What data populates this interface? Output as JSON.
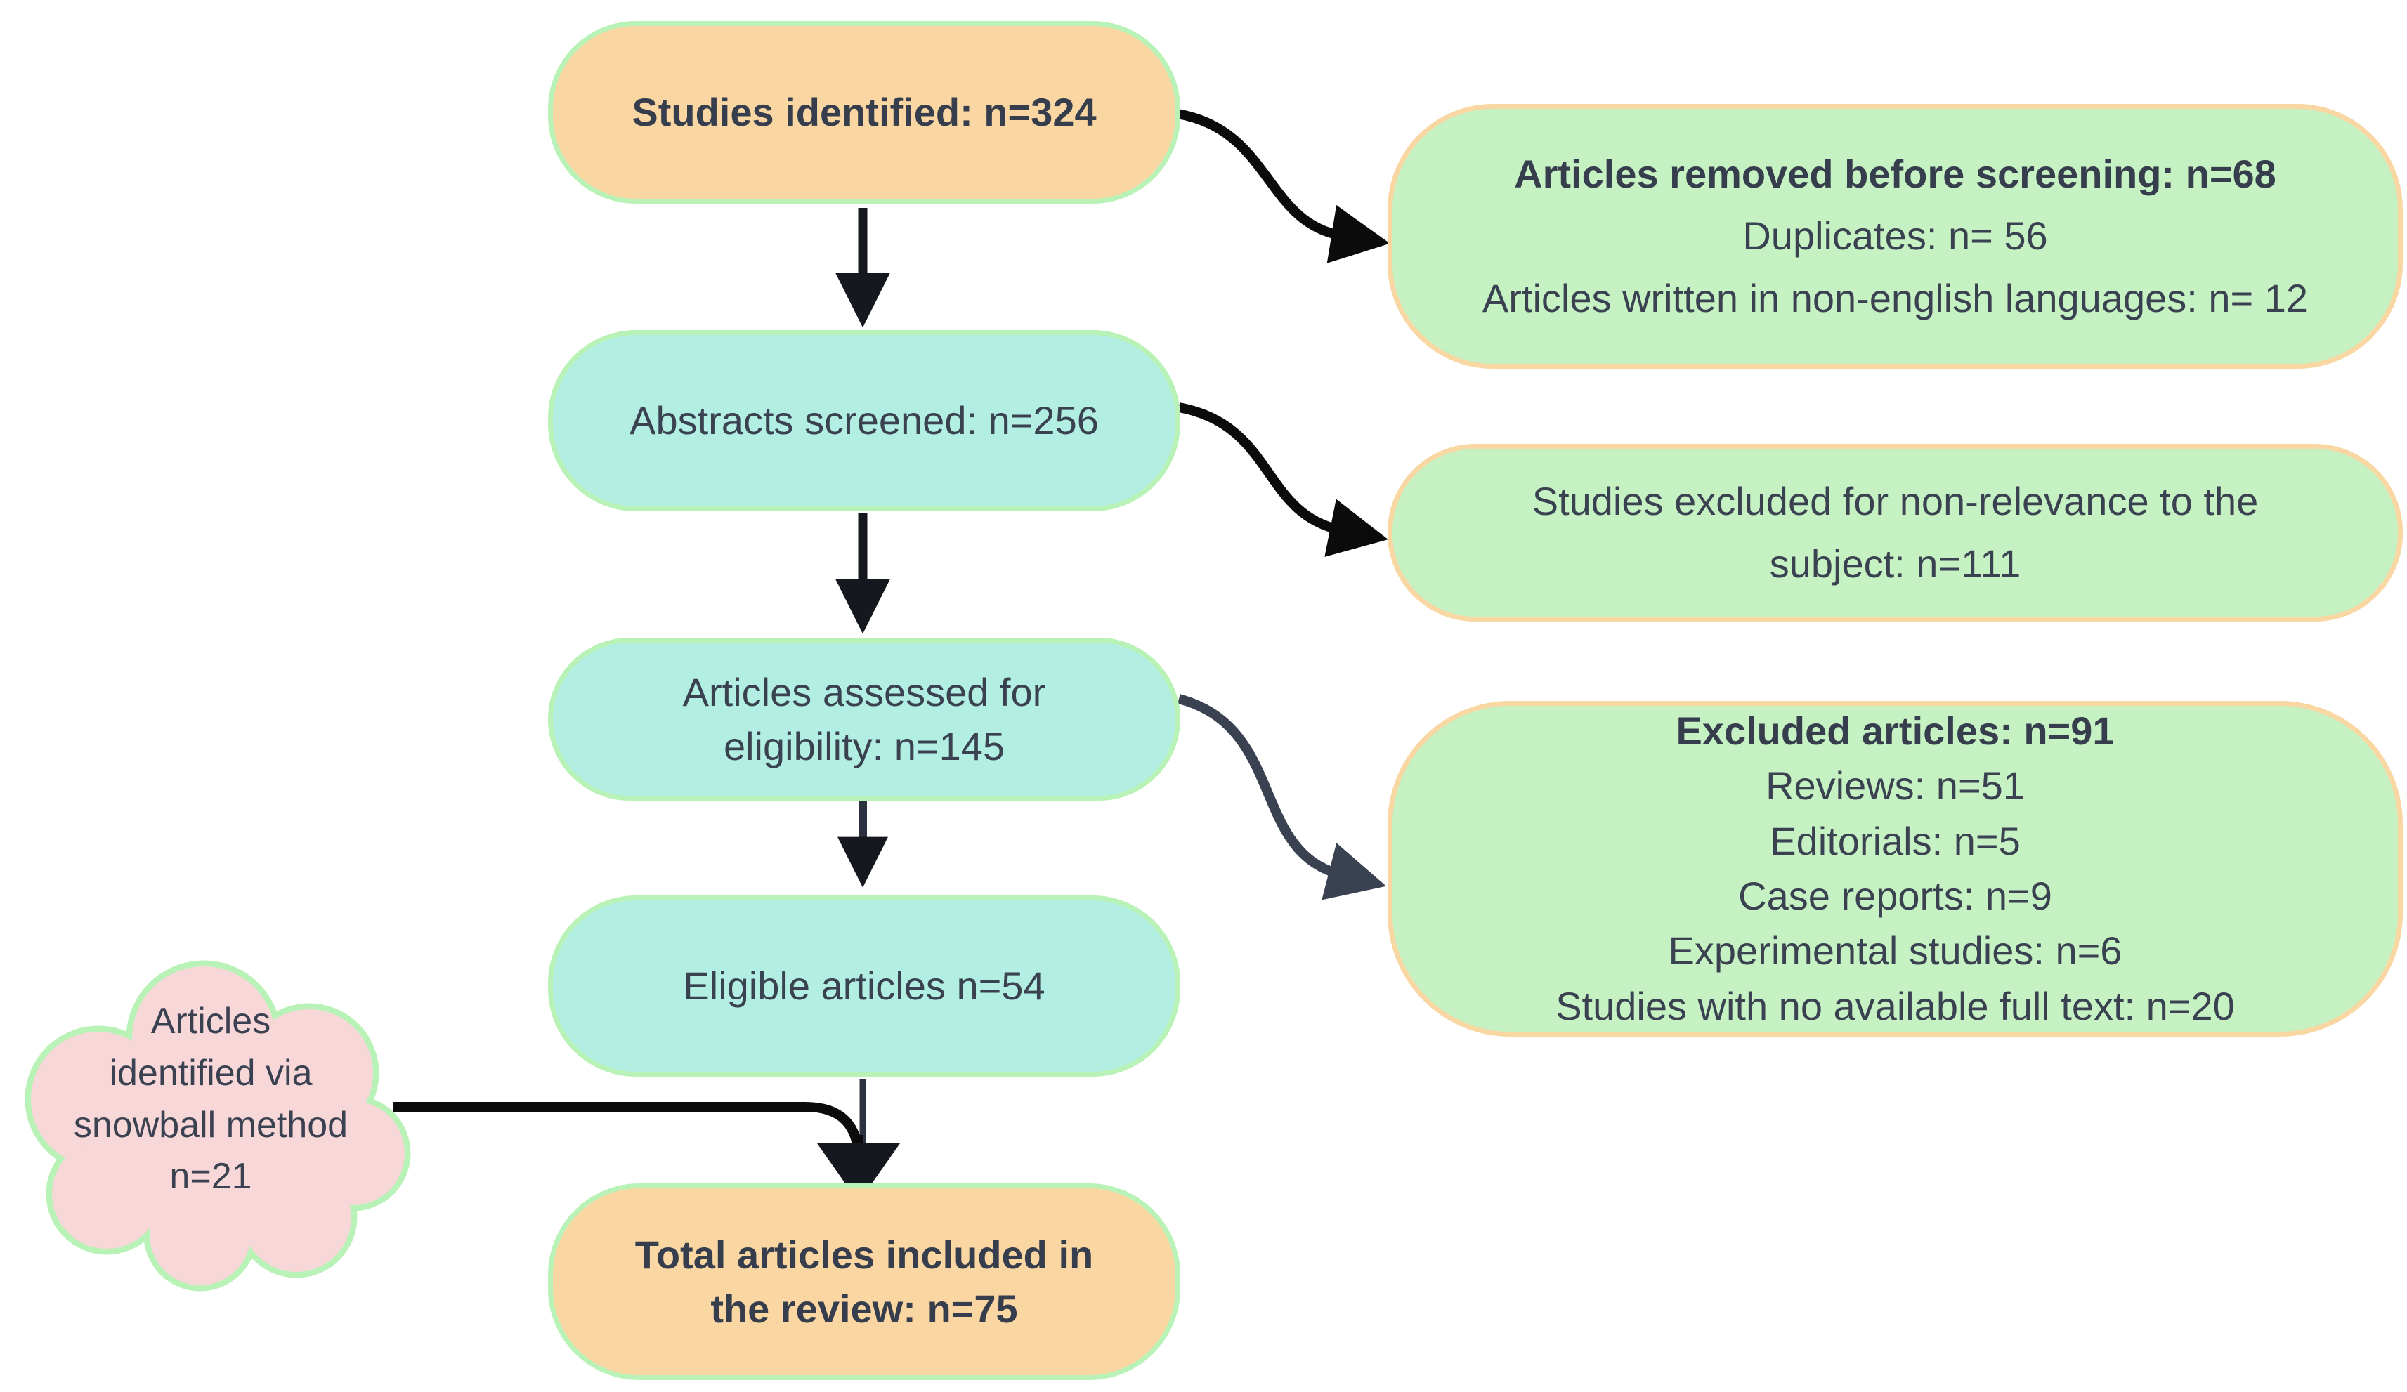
{
  "diagram": {
    "type": "flowchart",
    "subject": "Systematic review article selection (PRISMA-style)",
    "colors": {
      "background": "#ffffff",
      "box_orange_fill": "#fad7a2",
      "box_teal_fill": "#b2efe2",
      "box_green_fill": "#c6f1c3",
      "cloud_pink_fill": "#f8d7d8",
      "border_green": "#b9f2b6",
      "border_orange": "#f8d7a3",
      "arrow_black": "#0b0b0b",
      "arrow_dark": "#15181e",
      "arrow_slate": "#3a4150",
      "text": "#3a4150"
    },
    "main_flow": [
      {
        "id": "identified",
        "label": "Studies identified: n=324",
        "n": 324,
        "style": "orange",
        "bold": true
      },
      {
        "id": "screened",
        "label": "Abstracts screened: n=256",
        "n": 256,
        "style": "teal",
        "bold": false
      },
      {
        "id": "assessed",
        "label": "Articles assessed for\neligibility: n=145",
        "n": 145,
        "style": "teal",
        "bold": false
      },
      {
        "id": "eligible",
        "label": "Eligible articles n=54",
        "n": 54,
        "style": "teal",
        "bold": false
      },
      {
        "id": "included",
        "label": "Total articles included in\nthe review: n=75",
        "n": 75,
        "style": "orange",
        "bold": true
      }
    ],
    "side_boxes": [
      {
        "id": "removed-before-screening",
        "lines": [
          "Articles removed before screening: n=68",
          "Duplicates: n= 56",
          "Articles written in non-english languages: n= 12"
        ]
      },
      {
        "id": "excluded-non-relevance",
        "lines": [
          "Studies excluded for non-relevance to the\nsubject: n=111"
        ]
      },
      {
        "id": "excluded-articles",
        "lines": [
          "Excluded articles: n=91",
          "Reviews: n=51",
          "Editorials: n=5",
          "Case reports: n=9",
          "Experimental studies: n=6",
          "Studies with no available full text: n=20"
        ]
      }
    ],
    "cloud": {
      "id": "snowball",
      "label": "Articles\nidentified via\nsnowball method\nn=21",
      "n": 21
    },
    "connections": [
      {
        "from": "identified",
        "to": "screened",
        "kind": "straight-arrow"
      },
      {
        "from": "identified",
        "to": "removed-before-screening",
        "kind": "s-curve-arrow"
      },
      {
        "from": "screened",
        "to": "assessed",
        "kind": "straight-arrow"
      },
      {
        "from": "screened",
        "to": "excluded-non-relevance",
        "kind": "s-curve-arrow"
      },
      {
        "from": "assessed",
        "to": "eligible",
        "kind": "straight-arrow"
      },
      {
        "from": "assessed",
        "to": "excluded-articles",
        "kind": "s-curve-arrow"
      },
      {
        "from": "eligible",
        "to": "included",
        "kind": "straight-arrow"
      },
      {
        "from": "snowball",
        "to": "included",
        "kind": "elbow-arrow"
      }
    ]
  }
}
